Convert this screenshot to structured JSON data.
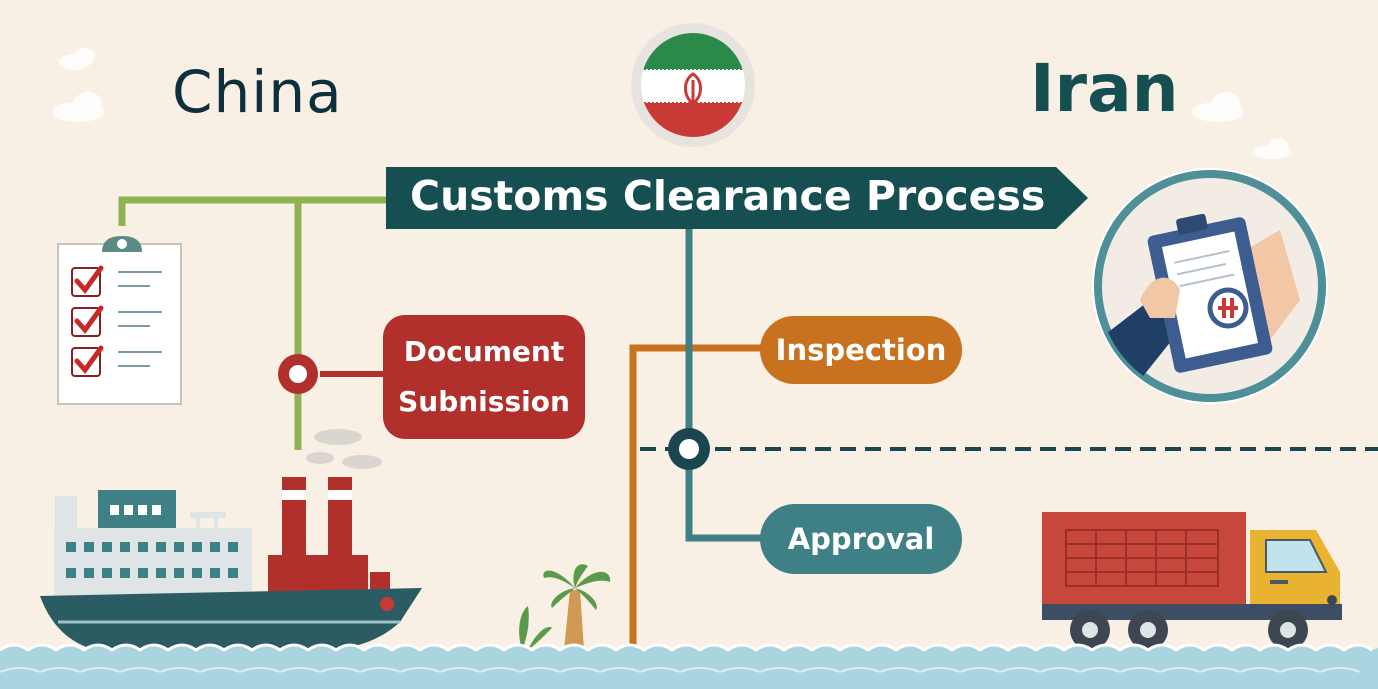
{
  "left_country": "China",
  "right_country": "Iran",
  "banner": {
    "title": "Customs Clearance Process"
  },
  "steps": [
    {
      "line1": "Document",
      "line2": "Subnission"
    },
    {
      "label": "Inspection"
    },
    {
      "label": "Approval"
    }
  ],
  "colors": {
    "background": "#f8efe5",
    "banner": "#164f52",
    "document": "#b1302b",
    "inspection": "#c8711f",
    "approval": "#3f7f86",
    "connector_green": "#8fb352",
    "sea": "#a9d4e0"
  },
  "icons": [
    "iran-flag-icon",
    "checklist-icon",
    "clipboard-document-icon",
    "cargo-ship-icon",
    "palm-tree-icon",
    "delivery-truck-icon",
    "cloud-icon"
  ]
}
